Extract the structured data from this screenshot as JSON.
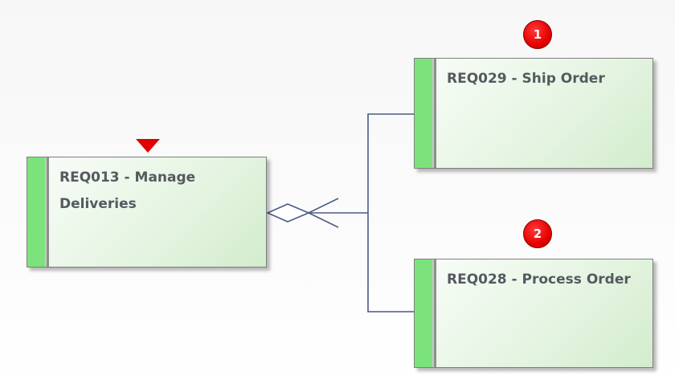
{
  "requirements": {
    "req013": {
      "label": "REQ013 - Manage Deliveries"
    },
    "req029": {
      "label": "REQ029 - Ship Order"
    },
    "req028": {
      "label": "REQ028 - Process Order"
    }
  },
  "badges": {
    "first": "1",
    "second": "2"
  },
  "colors": {
    "stripe": "#7ce37c",
    "badge": "#e60000",
    "connector": "#4a5a86",
    "marker": "#e00000"
  }
}
